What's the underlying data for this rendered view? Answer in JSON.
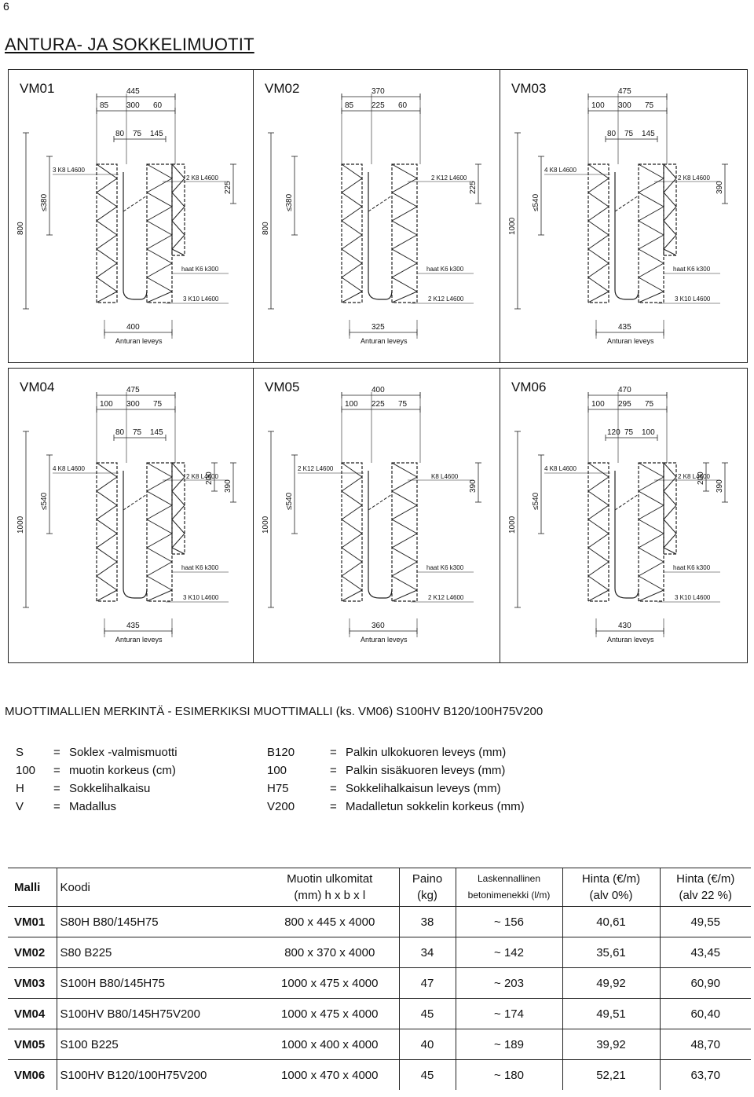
{
  "page_number": "6",
  "heading": "ANTURA- JA SOKKELIMUOTIT",
  "panels": [
    {
      "id": "VM01",
      "label": "VM01",
      "top_width": "445",
      "top_segments": [
        "85",
        "300",
        "60"
      ],
      "sub_segments": [
        "80",
        "75",
        "145"
      ],
      "top_rebar": "3 K8 L4600",
      "upper_rebar": "2 K8 L4600",
      "ties": "haat K6 k300",
      "bottom_rebar": "3 K10 L4600",
      "total_height": "800",
      "wall_height": "≤380",
      "step_height": "225",
      "base_width": "400",
      "base_label": "Anturan leveys"
    },
    {
      "id": "VM02",
      "label": "VM02",
      "top_width": "370",
      "top_segments": [
        "85",
        "225",
        "60"
      ],
      "upper_rebar": "2 K12 L4600",
      "ties": "haat K6 k300",
      "bottom_rebar": "2 K12 L4600",
      "total_height": "800",
      "wall_height": "≤380",
      "step_height": "225",
      "base_width": "325",
      "base_label": "Anturan leveys"
    },
    {
      "id": "VM03",
      "label": "VM03",
      "top_width": "475",
      "top_segments": [
        "100",
        "300",
        "75"
      ],
      "sub_segments": [
        "80",
        "75",
        "145"
      ],
      "top_rebar": "4 K8 L4600",
      "upper_rebar": "2 K8 L4600",
      "ties": "haat K6 k300",
      "bottom_rebar": "3 K10 L4600",
      "total_height": "1000",
      "wall_height": "≤540",
      "step_height": "390",
      "base_width": "435",
      "base_label": "Anturan leveys"
    },
    {
      "id": "VM04",
      "label": "VM04",
      "top_width": "475",
      "top_segments": [
        "100",
        "300",
        "75"
      ],
      "sub_segments": [
        "80",
        "75",
        "145"
      ],
      "top_rebar": "4 K8 L4600",
      "upper_rebar": "2 K8 L4600",
      "ties": "haat K6 k300",
      "bottom_rebar": "3 K10 L4600",
      "total_height": "1000",
      "wall_height": "≤540",
      "step_height": "390",
      "step_inner": "200",
      "base_width": "435",
      "base_label": "Anturan leveys"
    },
    {
      "id": "VM05",
      "label": "VM05",
      "top_width": "400",
      "top_segments": [
        "100",
        "225",
        "75"
      ],
      "top_rebar": "2 K12 L4600",
      "upper_rebar": "K8 L4600",
      "ties": "haat K6 k300",
      "bottom_rebar": "2 K12 L4600",
      "total_height": "1000",
      "wall_height": "≤540",
      "step_height": "390",
      "base_width": "360",
      "base_label": "Anturan leveys"
    },
    {
      "id": "VM06",
      "label": "VM06",
      "top_width": "470",
      "top_segments": [
        "100",
        "295",
        "75"
      ],
      "sub_segments": [
        "120",
        "75",
        "100"
      ],
      "top_rebar": "4 K8 L4600",
      "upper_rebar": "2 K8 L4600",
      "ties": "haat K6 k300",
      "bottom_rebar": "3 K10 L4600",
      "total_height": "1000",
      "wall_height": "≤540",
      "step_height": "390",
      "step_inner": "200",
      "base_width": "430",
      "base_label": "Anturan leveys"
    }
  ],
  "marking_title": "MUOTTIMALLIEN MERKINTÄ - ESIMERKIKSI MUOTTIMALLI (ks. VM06) S100HV B120/100H75V200",
  "legend_left": [
    {
      "code": "S",
      "eq": "=",
      "desc": "Soklex -valmismuotti"
    },
    {
      "code": "100",
      "eq": "=",
      "desc": "muotin korkeus (cm)"
    },
    {
      "code": "H",
      "eq": "=",
      "desc": "Sokkelihalkaisu"
    },
    {
      "code": "V",
      "eq": "=",
      "desc": "Madallus"
    }
  ],
  "legend_right": [
    {
      "code": "B120",
      "eq": "=",
      "desc": "Palkin ulkokuoren leveys (mm)"
    },
    {
      "code": "100",
      "eq": "=",
      "desc": "Palkin sisäkuoren leveys (mm)"
    },
    {
      "code": "H75",
      "eq": "=",
      "desc": "Sokkelihalkaisun leveys (mm)"
    },
    {
      "code": "V200",
      "eq": "=",
      "desc": "Madalletun sokkelin korkeus (mm)"
    }
  ],
  "table": {
    "headers": {
      "malli": "Malli",
      "koodi": "Koodi",
      "muotin_1": "Muotin ulkomitat",
      "muotin_2": "(mm)  h x b x l",
      "paino_1": "Paino",
      "paino_2": "(kg)",
      "lask_1": "Laskennallinen",
      "lask_2": "betonimenekki (l/m)",
      "hinta0_1": "Hinta (€/m)",
      "hinta0_2": "(alv 0%)",
      "hinta22_1": "Hinta (€/m)",
      "hinta22_2": "(alv 22 %)"
    },
    "rows": [
      {
        "malli": "VM01",
        "koodi": "S80H B80/145H75",
        "mitat": "800 x 445 x 4000",
        "paino": "38",
        "betoni": "~ 156",
        "hinta0": "40,61",
        "hinta22": "49,55"
      },
      {
        "malli": "VM02",
        "koodi": "S80 B225",
        "mitat": "800 x 370 x 4000",
        "paino": "34",
        "betoni": "~ 142",
        "hinta0": "35,61",
        "hinta22": "43,45"
      },
      {
        "malli": "VM03",
        "koodi": "S100H B80/145H75",
        "mitat": "1000 x 475 x 4000",
        "paino": "47",
        "betoni": "~ 203",
        "hinta0": "49,92",
        "hinta22": "60,90"
      },
      {
        "malli": "VM04",
        "koodi": "S100HV B80/145H75V200",
        "mitat": "1000 x 475 x 4000",
        "paino": "45",
        "betoni": "~ 174",
        "hinta0": "49,51",
        "hinta22": "60,40"
      },
      {
        "malli": "VM05",
        "koodi": "S100 B225",
        "mitat": "1000 x 400 x 4000",
        "paino": "40",
        "betoni": "~ 189",
        "hinta0": "39,92",
        "hinta22": "48,70"
      },
      {
        "malli": "VM06",
        "koodi": "S100HV B120/100H75V200",
        "mitat": "1000 x 470 x 4000",
        "paino": "45",
        "betoni": "~ 180",
        "hinta0": "52,21",
        "hinta22": "63,70"
      }
    ]
  }
}
